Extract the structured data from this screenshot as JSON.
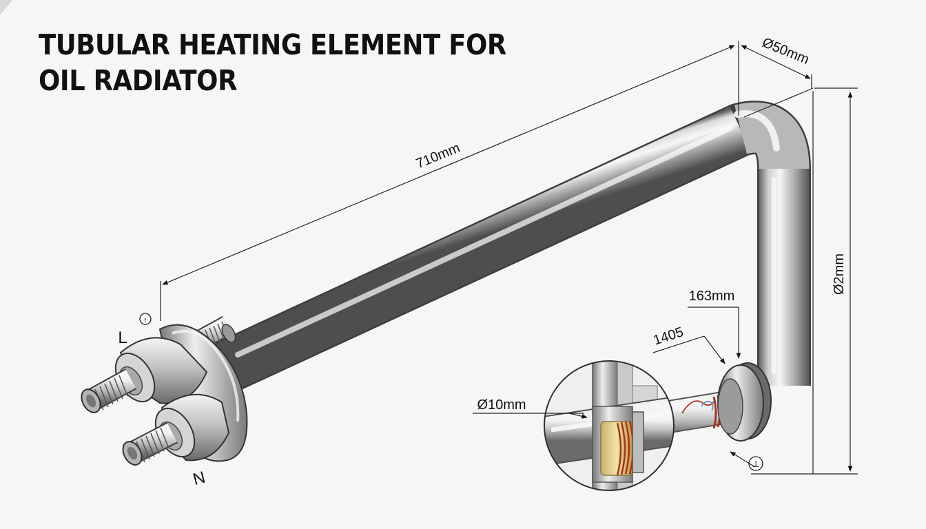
{
  "title": {
    "line1": "TUBULAR HEATING ELEMENT FOR",
    "line2": "OIL RADIATOR"
  },
  "dimensions": {
    "length": "710mm",
    "diameter_top": "Ø50mm",
    "height": "Ø2mm",
    "inner_1": "163mm",
    "inner_2": "1405",
    "wire_diameter": "Ø10mm"
  },
  "terminals": {
    "line": "L",
    "neutral": "N",
    "marker_top": "↑",
    "marker_bottom": "⊥"
  },
  "colors": {
    "steel_light": "#f4f4f4",
    "steel_mid": "#b5b5b5",
    "steel_dark": "#6f6f6f",
    "coil": "#b23b22",
    "insulation": "#e8d49a"
  }
}
